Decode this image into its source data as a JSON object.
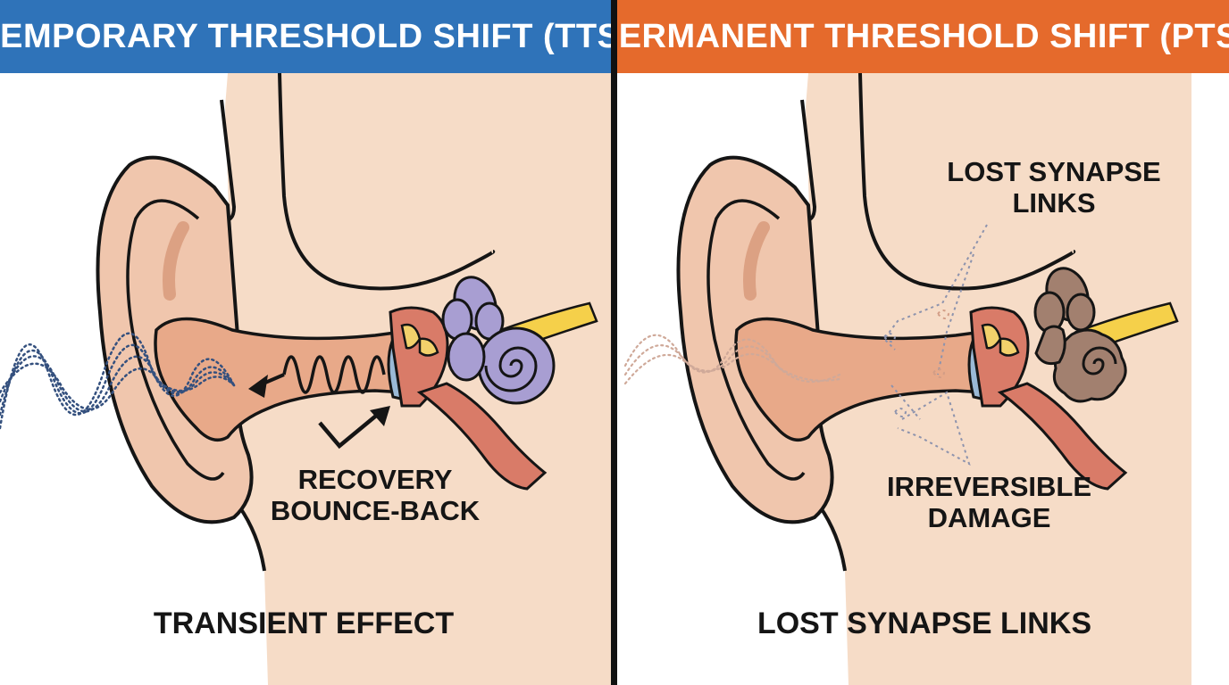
{
  "colors": {
    "left_banner": "#2f73b9",
    "right_banner": "#e56a2c",
    "skin": "#f6dcc7",
    "ear": "#f0c6ad",
    "canal": "#e8a989",
    "divider": "#111111",
    "healthy_cochlea": "#a89ed2",
    "damaged_cochlea": "#a2806f",
    "nerve": "#f5d04a"
  },
  "left_panel": {
    "title": "TEMPORARY THRESHOLD SHIFT (TTS)",
    "callout": [
      "RECOVERY",
      "BOUNCE-BACK"
    ],
    "bottom_label": "TRANSIENT EFFECT",
    "icons": [
      "sound-wave-icon",
      "coil-spring-icon",
      "recovery-arrow-icon",
      "healthy-cochlea-icon"
    ]
  },
  "right_panel": {
    "title": "PERMANENT THRESHOLD SHIFT (PTS)",
    "top_callout": [
      "LOST SYNAPSE",
      "LINKS"
    ],
    "mid_callout": [
      "IRREVERSIBLE",
      "DAMAGE"
    ],
    "bottom_label": "LOST SYNAPSE LINKS",
    "icons": [
      "faded-sound-wave-icon",
      "broken-synapse-icon",
      "damaged-cochlea-icon"
    ]
  }
}
